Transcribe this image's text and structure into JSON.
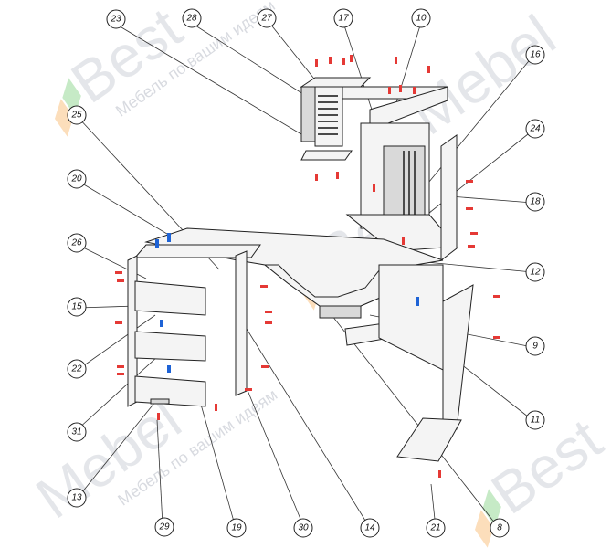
{
  "watermark": {
    "brand": "Best",
    "brand_alt": "Mebel",
    "tagline": "Мебель по вашим идеям"
  },
  "callouts": [
    "23",
    "28",
    "27",
    "17",
    "10",
    "16",
    "24",
    "18",
    "25",
    "20",
    "26",
    "15",
    "22",
    "31",
    "13",
    "29",
    "19",
    "30",
    "14",
    "21",
    "8",
    "11",
    "9",
    "12"
  ],
  "colors": {
    "hardware_red": "#e53935",
    "hardware_blue": "#1e63d6",
    "line": "#222222",
    "logo_orange": "#f6a13c",
    "logo_green": "#5cc25c"
  }
}
